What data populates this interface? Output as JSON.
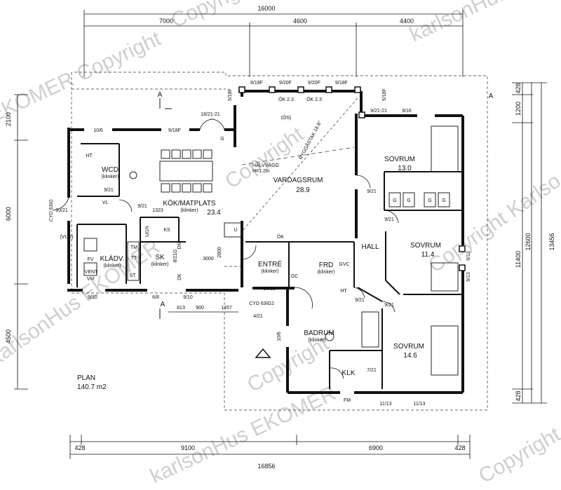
{
  "watermark": {
    "top": "Copyright",
    "left_top": "EKOMER Copyright",
    "right_top": "karlsonHus EK",
    "center": "Copyright",
    "right_mid": "Copyright Karlso",
    "left_mid": "KarlsonHus EKOMER",
    "center_low": "Copyright",
    "bottom": "karlsonHus EKOMER",
    "bottom_right": "Copyright"
  },
  "dimensions": {
    "top_total": "16000",
    "top_segments": [
      "7000",
      "4600",
      "4400"
    ],
    "bottom_total": "16856",
    "bottom_segments": [
      "428",
      "9100",
      "6900",
      "428"
    ],
    "left": [
      "2100",
      "6000",
      "4500"
    ],
    "right_inner": [
      "428",
      "1200",
      "11400",
      "428"
    ],
    "right_mid": "12600",
    "right_outer": "13456",
    "interior": [
      "813",
      "900",
      "1457"
    ],
    "interior_small": [
      "1323",
      "3000",
      "2800"
    ]
  },
  "rooms": [
    {
      "name": "WCD",
      "note": "(klinker)"
    },
    {
      "name": "KÖK/MATPLATS",
      "note": "(klinker)",
      "area": "23.4"
    },
    {
      "name": "VARDAGSRUM",
      "area": "28.9"
    },
    {
      "name": "SOVRUM",
      "area": "13.0"
    },
    {
      "name": "SOVRUM",
      "area": "11.4"
    },
    {
      "name": "SOVRUM",
      "area": "14.6"
    },
    {
      "name": "HALL"
    },
    {
      "name": "ENTRÉ",
      "note": "(klinker)"
    },
    {
      "name": "FRD",
      "note": "(klinker)"
    },
    {
      "name": "BADRUM",
      "note": "(klinker)"
    },
    {
      "name": "KLK"
    },
    {
      "name": "KLÄDV.",
      "note": "(klinker)"
    },
    {
      "name": "SK",
      "note": "(klinker)"
    }
  ],
  "openings": [
    "10/6",
    "9/18F",
    "9/18F",
    "9/20F",
    "9/20F",
    "9/18F",
    "18/21-21",
    "5/18F",
    "5/18F",
    "9/21-21",
    "9/16",
    "9/21",
    "9/21",
    "10/21",
    "9/10",
    "6/8",
    "9/10",
    "10/21",
    "4/21",
    "9/21",
    "9/21",
    "9/21",
    "9/21",
    "7/21",
    "10/6",
    "11/13",
    "11/13",
    "9/13",
    "9/13",
    "8/21G"
  ],
  "fixtures": [
    "HT",
    "VL",
    "FV",
    "VENT",
    "VM",
    "TM",
    "TT",
    "ST",
    "KS",
    "UGN",
    "DM",
    "DK",
    "U",
    "GC",
    "GVC",
    "G",
    "ÖK",
    "ÖK 2.3",
    "ÖK 2.3",
    "(ÖS)",
    "(VUK)",
    "CYD 63IG",
    "CYD 63IG2",
    "FM",
    "HT",
    "G",
    "G",
    "G",
    "G"
  ],
  "notes": {
    "halvvagg": "HALVVÄGG",
    "halvvagg_h": "H=1.2m",
    "ridge": "RYGGÅSTAK 18.8°",
    "section": "A"
  },
  "plan": {
    "label": "PLAN",
    "area": "140.7  m2"
  }
}
